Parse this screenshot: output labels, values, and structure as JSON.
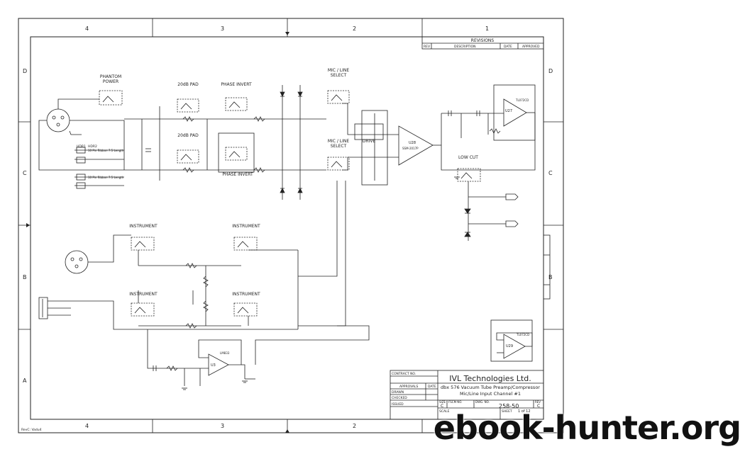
{
  "frame": {
    "col_labels": [
      "4",
      "3",
      "2",
      "1"
    ],
    "row_labels": [
      "D",
      "C",
      "B",
      "A"
    ]
  },
  "revisions": {
    "title": "REVISIONS",
    "headers": [
      "REV",
      "DESCRIPTION",
      "DATE",
      "APPROVED"
    ]
  },
  "title_block": {
    "contract_no": "CONTRACT NO.",
    "approvals": "APPROVALS",
    "date": "DATE",
    "drawn": "DRAWN",
    "checked": "CHECKED",
    "issued": "ISSUED",
    "company": "IVL Technologies Ltd.",
    "desc_line1": "dbx 576 Vacuum Tube Preamp/Compressor",
    "desc_line2": "Mic/Line Input Channel #1",
    "size_label": "SIZE",
    "size_value": "C",
    "fscm_label": "FSCM NO.",
    "dwg_label": "DWG. NO.",
    "dwg_value": "258-50",
    "rev_label": "REV",
    "rev_value": "C",
    "scale_label": "SCALE",
    "sheet_label": "SHEET",
    "sheet_value": "1 of 12"
  },
  "labels": {
    "phantom_power": "PHANTOM\nPOWER",
    "pad_top": "20dB PAD",
    "pad_bottom": "20dB PAD",
    "phase_invert_top": "PHASE INVERT",
    "phase_invert_bottom": "PHASE INVERT",
    "mic_line_top": "MIC / LINE\nSELECT",
    "mic_line_bottom": "MIC / LINE\nSELECT",
    "drive": "DRIVE",
    "low_cut": "LOW CUT",
    "instrument_1": "INSTRUMENT",
    "instrument_2": "INSTRUMENT",
    "instrument_3": "INSTRUMENT",
    "instrument_4": "INSTRUMENT",
    "hdr1": "HDR1",
    "hdr2": "HDR2",
    "ribbon1": "10 Pin Ribbon 7.5 Length",
    "ribbon2": "10 Pin Ribbon 7.5 Length",
    "u28": "U28",
    "u28_part": "SSM-2017P",
    "u27": "U27",
    "u27_part": "TL072CD",
    "u29": "U29",
    "u29_part": "TL072CD",
    "u3": "U3",
    "u3_part": "LM833",
    "footer": "RevC: Vadu4"
  },
  "icons": [
    "xlr-connector-icon",
    "jack-connector-icon",
    "opamp-icon",
    "switch-icon",
    "resistor-icon",
    "capacitor-icon",
    "diode-icon",
    "ground-icon",
    "output-arrow-icon"
  ]
}
